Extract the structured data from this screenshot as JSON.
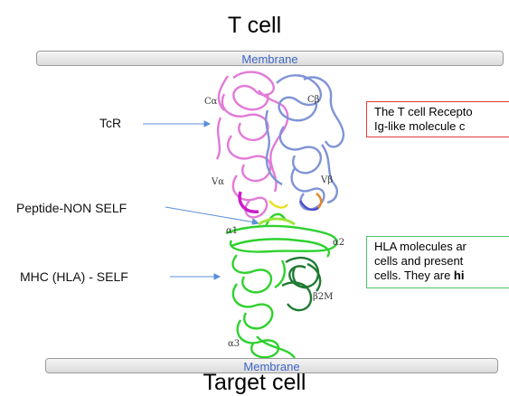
{
  "top_title": "T cell",
  "bottom_title": "Target cell",
  "membrane_top": "Membrane",
  "membrane_bottom": "Membrane",
  "labels": {
    "tcr": "TcR",
    "peptide": "Peptide-NON SELF",
    "mhc": "MHC (HLA) - SELF"
  },
  "domains": {
    "c_alpha": "Cα",
    "c_beta": "Cβ",
    "v_alpha": "Vα",
    "v_beta": "Vβ",
    "alpha1": "α1",
    "alpha2": "α2",
    "alpha3": "α3",
    "b2m": "β2M"
  },
  "note_tcr": {
    "line1": "The T cell Recepto",
    "line2": "Ig-like molecule c"
  },
  "note_hla": {
    "line1": "HLA molecules ar",
    "line2": "cells and present",
    "line3_plain": "cells. They are ",
    "line3_bold": "hi"
  },
  "colors": {
    "tcr_alpha": "#e27ad8",
    "tcr_beta": "#7f93d6",
    "hla_heavy": "#2fd12f",
    "b2m": "#1f7a33",
    "box_red": "#e03b3b",
    "box_green": "#4cc36b",
    "membrane_text": "#3f66c4"
  }
}
